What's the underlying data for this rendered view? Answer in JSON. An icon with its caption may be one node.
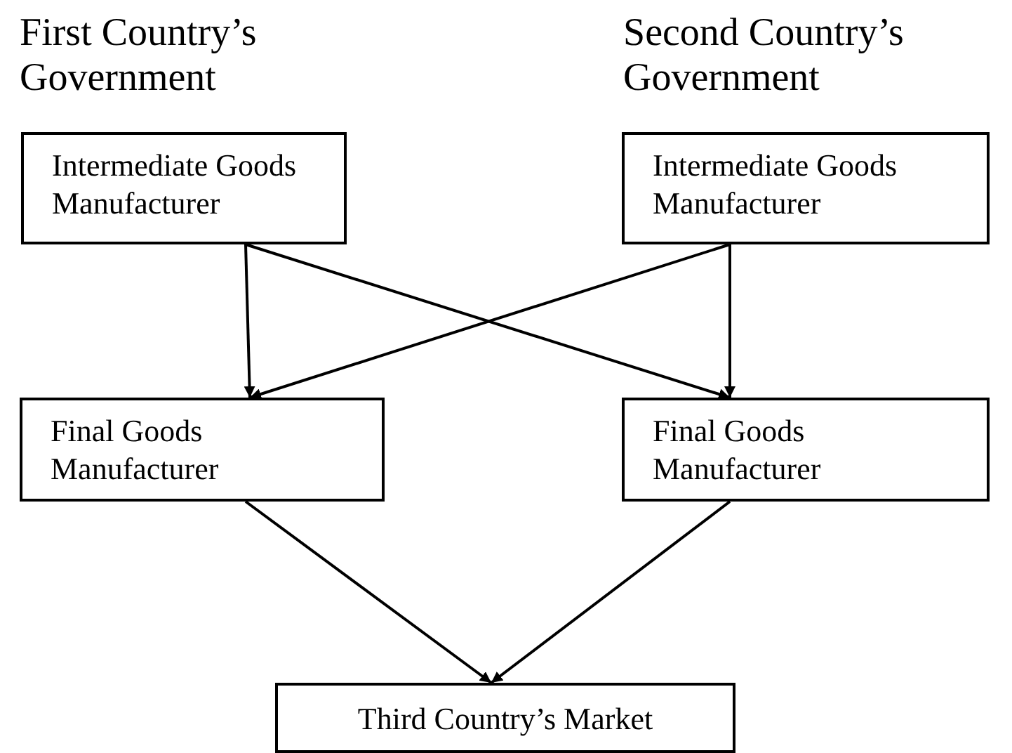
{
  "diagram": {
    "nodes": [
      {
        "text": [
          "Intermediate Goods Manufacturer"
        ]
      },
      {
        "text": [
          "Intermediate Goods Manufacturer"
        ]
      },
      {
        "text": [
          "Final Goods Manufacturer"
        ]
      },
      {
        "text": [
          "Final Goods Manufacturer"
        ]
      },
      {
        "text": [
          "Third Country’s Market"
        ]
      }
    ],
    "edges": [
      {
        "from": 0,
        "to": 2,
        "arrow": "to"
      },
      {
        "from": 0,
        "to": 3,
        "arrow": "to"
      },
      {
        "from": 1,
        "to": 2,
        "arrow": "to"
      },
      {
        "from": 1,
        "to": 3,
        "arrow": "to"
      },
      {
        "from": 2,
        "to": 4,
        "arrow": "to"
      },
      {
        "from": 3,
        "to": 4,
        "arrow": "to"
      }
    ],
    "labels": [
      "First Country’s Government",
      "Second Country’s Government"
    ]
  }
}
